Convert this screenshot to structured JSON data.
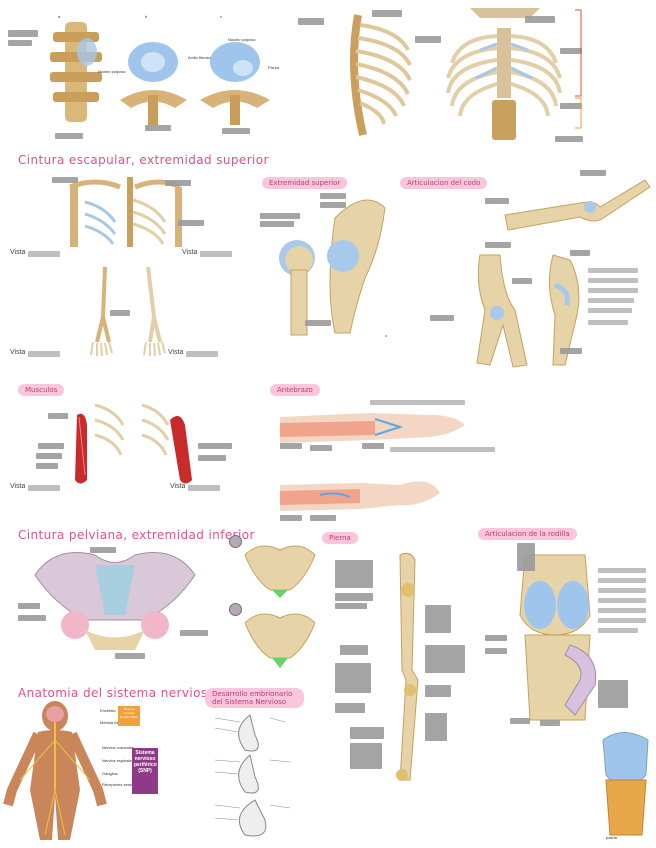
{
  "sections": {
    "cintura_escapular": "Cintura escapular, extremidad superior",
    "extremidad_superior": "Extremidad superior",
    "articulacion_codo": "Articulacion del codo",
    "musculos": "Musculos",
    "antebrazo": "Antebrazo",
    "cintura_pelviana": "Cintura pelviana, extremidad inferior",
    "pierna": "Pierna",
    "articulacion_rodilla": "Articulacion de la rodilla",
    "anatomia_nervioso": "Anatomia del sistema nervioso",
    "desarrollo_embrionario": "Desarrollo embrionario del Sistema Nervioso"
  },
  "vista_labels": {
    "v1": "Vista",
    "v2": "Vista",
    "v3": "Vista",
    "v4": "Vista",
    "v5": "Vista",
    "v6": "Vista"
  },
  "spine_labels": {
    "a": "a",
    "b": "b",
    "c": "c",
    "nucleo_pulposo": "Núcleo pulposo",
    "anillo_fibroso": "Anillo fibroso",
    "fisura": "Fisura",
    "nucleo_pulposo_left": "Núcleo pulposo"
  },
  "shoulder_label_c": "c",
  "nervous": {
    "encefalo": "Encéfalo",
    "medula": "Médula espinal",
    "snc": "Sistema nervioso central (SNC)",
    "nervios_craneales": "Nervios craneales",
    "nervios_espinales": "Nervios espinales",
    "ganglios": "Ganglios",
    "receptores": "Receptores sensoriales",
    "snp": "Sistema nervioso periférico (SNP)"
  },
  "knee_label": "patela"
}
